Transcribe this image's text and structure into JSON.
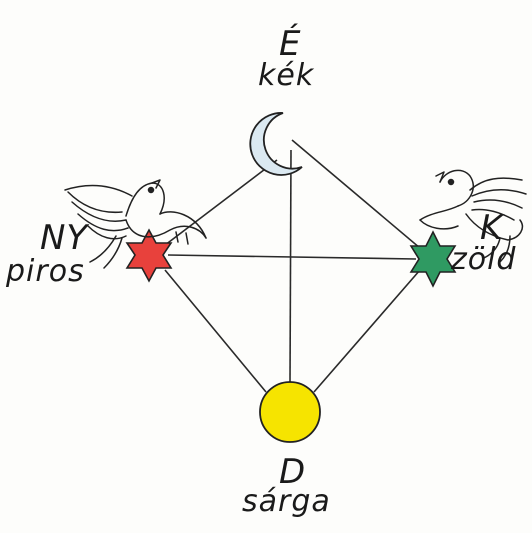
{
  "points": {
    "north": {
      "direction": "É",
      "color_name": "kék",
      "symbol": "moon-icon",
      "fill": "#dbe9f1"
    },
    "west": {
      "direction": "NY",
      "color_name": "piros",
      "symbol": "star-icon",
      "fill": "#e8413c"
    },
    "east": {
      "direction": "K",
      "color_name": "zöld",
      "symbol": "star-icon",
      "fill": "#2f9a62"
    },
    "south": {
      "direction": "D",
      "color_name": "sárga",
      "symbol": "sun-icon",
      "fill": "#f6e400"
    }
  },
  "decorations": [
    "bird-icon",
    "bird-icon"
  ],
  "line_color": "#2a2a2a"
}
